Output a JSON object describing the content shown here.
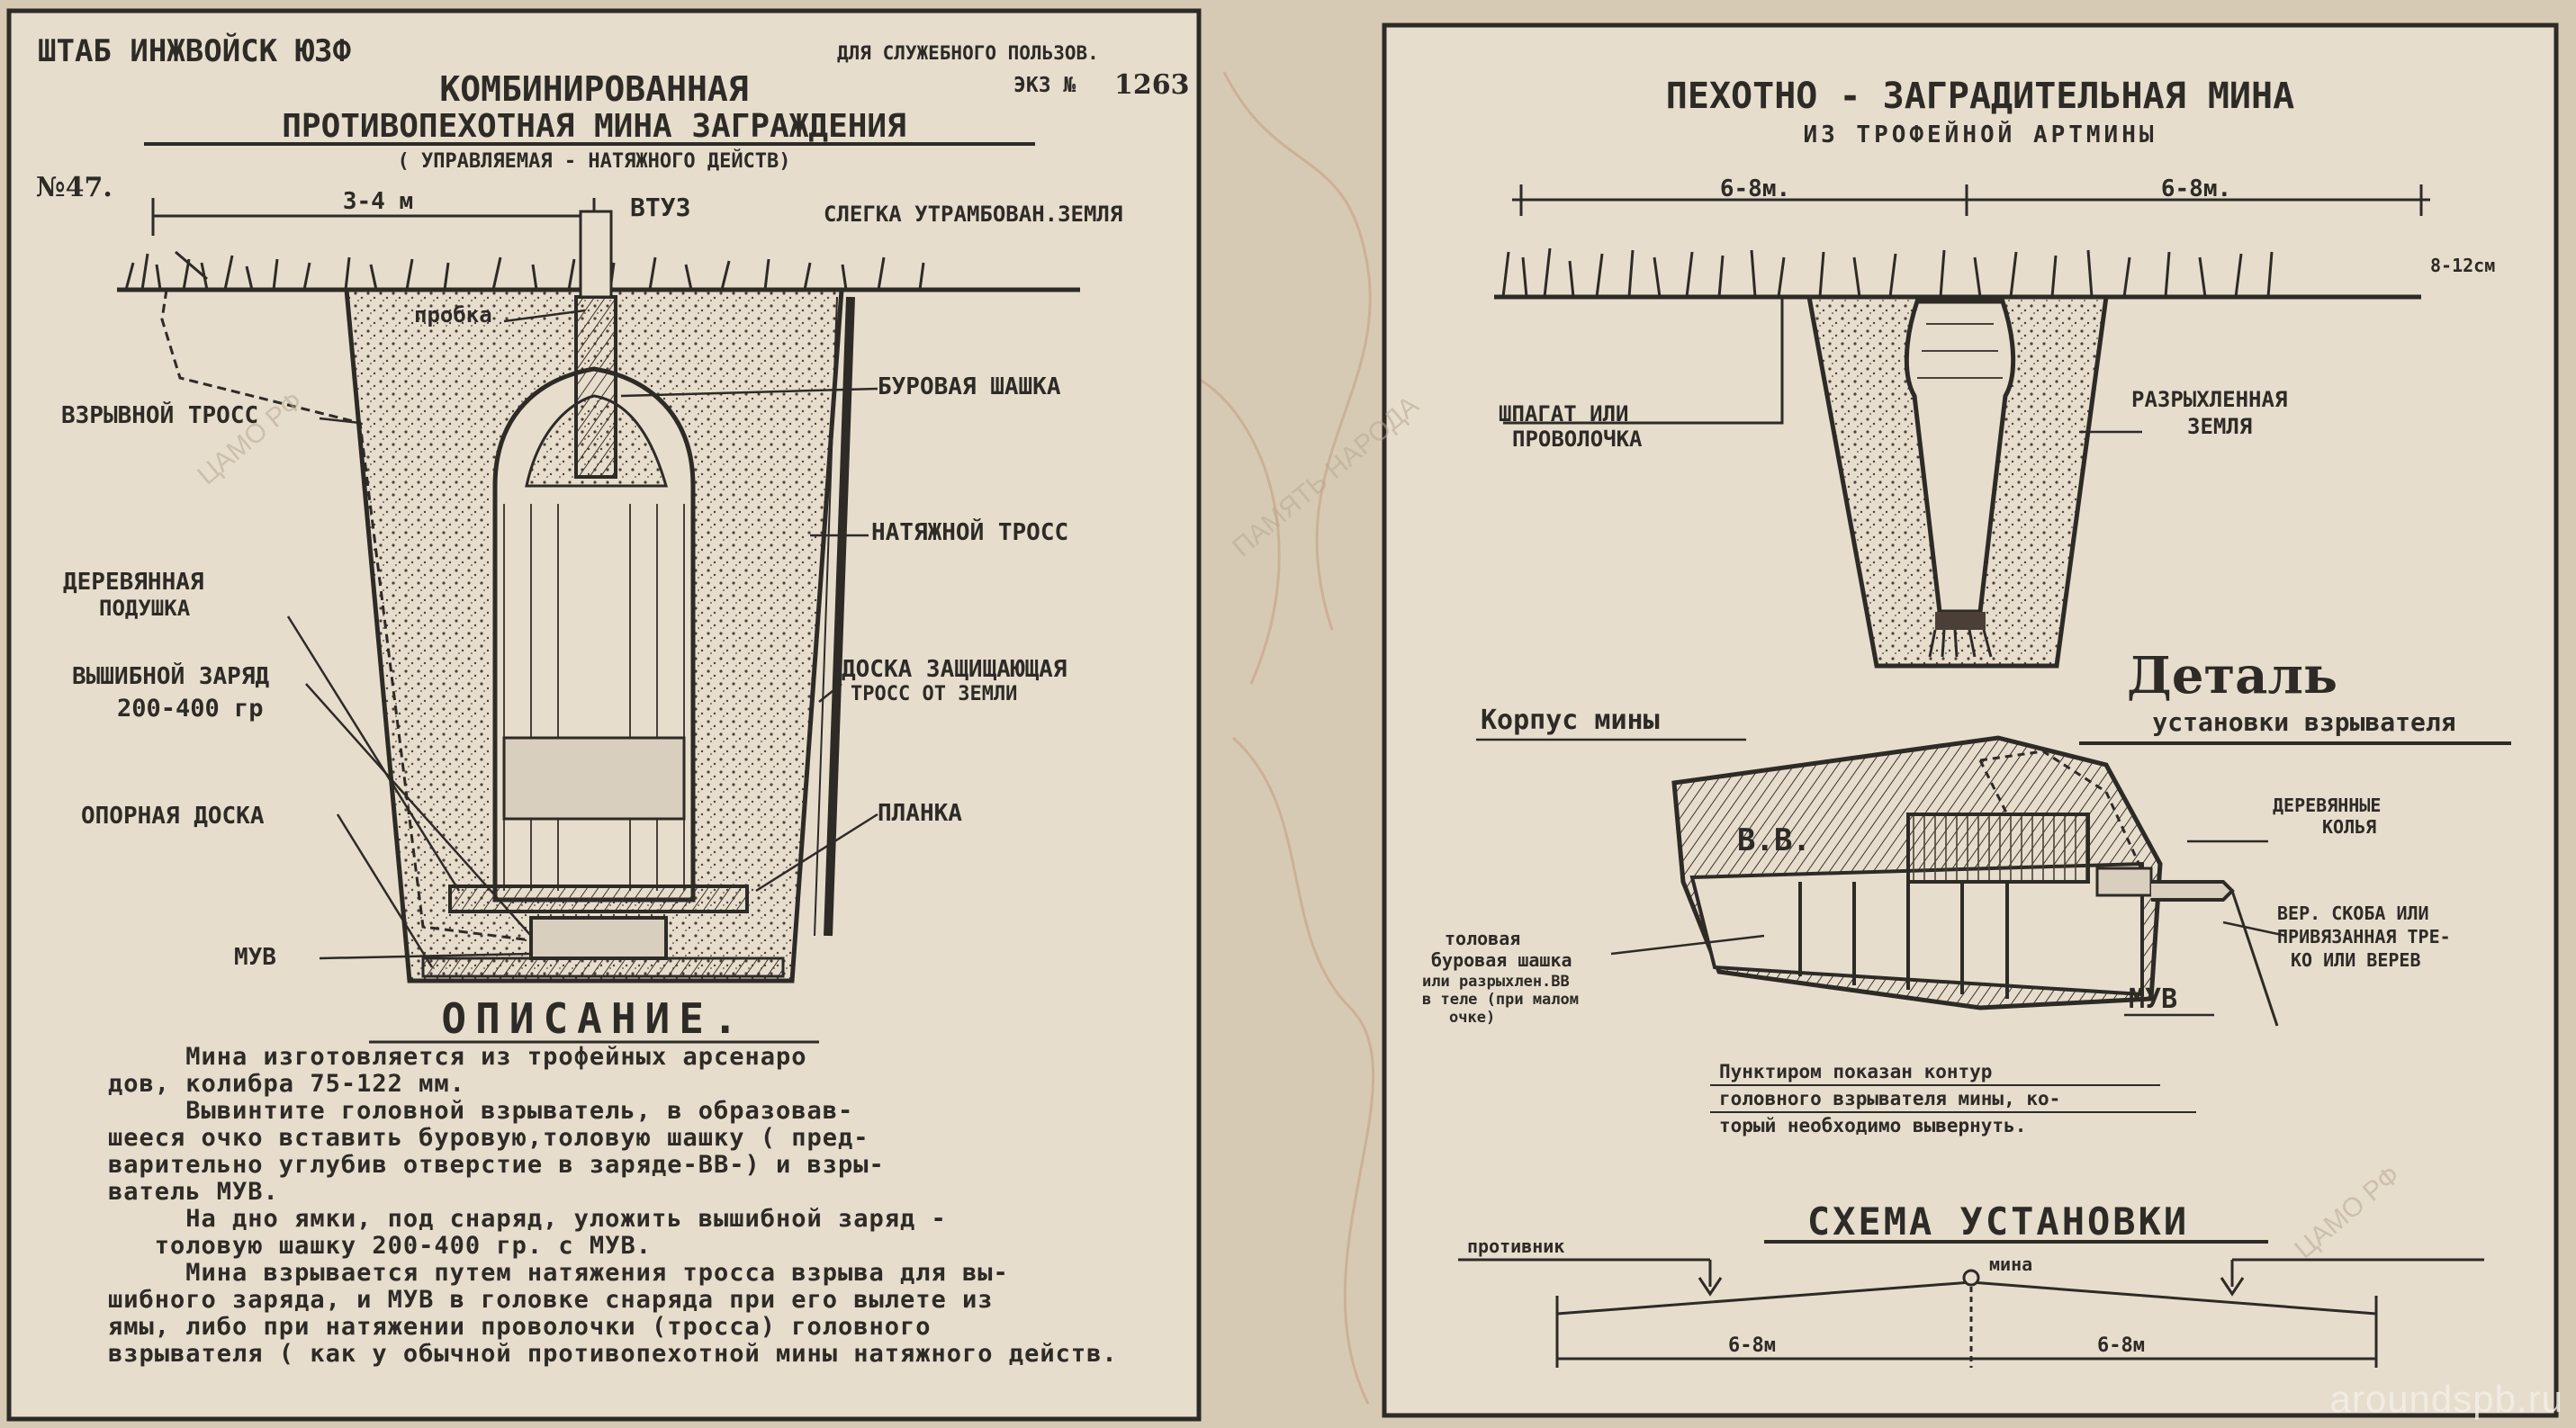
{
  "left_sheet": {
    "header_left": "ШТАБ ИНЖВОЙСК ЮЗФ",
    "header_right": "ДЛЯ СЛУЖЕБНОГО ПОЛЬЗОВ.",
    "copy_label": "ЭКЗ №",
    "copy_number": "1263",
    "sheet_number": "№47.",
    "title_line1": "КОМБИНИРОВАННАЯ",
    "title_line2": "ПРОТИВОПЕХОТНАЯ МИНА ЗАГРАЖДЕНИЯ",
    "subtitle": "( УПРАВЛЯЕМАЯ - НАТЯЖНОГО ДЕЙСТВ)",
    "labels": {
      "dim_3_4": "3-4 м",
      "vtuz": "ВТУЗ",
      "ground": "СЛЕГКА УТРАМБОВАН.ЗЕМЛЯ",
      "probka": "пробка",
      "cable": "ВЗРЫВНОЙ ТРОСС",
      "drill_charge": "БУРОВАЯ ШАШКА",
      "tension_cable": "НАТЯЖНОЙ ТРОСС",
      "wood_cushion_1": "ДЕРЕВЯННАЯ",
      "wood_cushion_2": "ПОДУШКА",
      "expel_charge_1": "ВЫШИБНОЙ ЗАРЯД",
      "expel_charge_2": "200-400 гр",
      "board_protect_1": "ДОСКА ЗАЩИЩАЮЩАЯ",
      "board_protect_2": "ТРОСС ОТ ЗЕМЛИ",
      "support_board": "ОПОРНАЯ ДОСКА",
      "peg": "ПЛАНКА",
      "muv": "МУВ"
    },
    "desc_title": "ОПИСАНИЕ.",
    "description": [
      "     Мина изготовляется из трофейных арсенаро",
      "дов, колибра 75-122 мм.",
      "     Вывинтите головной взрыватель, в образовав-",
      "шееся очко вставить буровую,толовую шашку ( пред-",
      "варительно углубив отверстие в заряде-ВВ-) и взры-",
      "ватель МУВ.",
      "     На дно ямки, под снаряд, уложить вышибной заряд -",
      "   толовую шашку 200-400 гр. с МУВ.",
      "     Мина взрывается путем натяжения тросса взрыва для вы-",
      "шибного заряда, и МУВ в головке снаряда при его вылете из",
      "ямы, либо при натяжении проволочки (тросса) головного",
      "взрывателя ( как у обычной противопехотной мины натяжного действ."
    ]
  },
  "right_sheet": {
    "title": "ПЕХОТНО - ЗАГРАДИТЕЛЬНАЯ МИНА",
    "subtitle": "ИЗ ТРОФЕЙНОЙ АРТМИНЫ",
    "labels": {
      "dim_left": "6-8м.",
      "dim_right": "6-8м.",
      "depth": "8-12см",
      "wire_1": "ШПАГАТ ИЛИ",
      "wire_2": "ПРОВОЛОЧКА",
      "loose_earth_1": "РАЗРЫХЛЕННАЯ",
      "loose_earth_2": "ЗЕМЛЯ",
      "detail_title": "Деталь",
      "detail_subtitle": "установки взрывателя",
      "mine_body": "Корпус мины",
      "vv": "В.В.",
      "pins_1": "ДЕРЕВЯННЫЕ",
      "pins_2": "КОЛЬЯ",
      "cord_1": "ВЕР. СКОБА ИЛИ",
      "cord_2": "ПРИВЯЗАННАЯ ТРЕ-",
      "cord_3": "КО ИЛИ ВЕРЕВ",
      "tol_1": "толовая",
      "tol_2": "буровая шашка",
      "tol_3": "или разрыхлен.ВВ",
      "tol_4": "в теле (при малом",
      "tol_5": "очке)",
      "muv": "МУВ",
      "note_1": "Пунктиром показан контур",
      "note_2": "головного взрывателя мины, ко-",
      "note_3": "торый необходимо вывернуть.",
      "scheme_title": "СХЕМА УСТАНОВКИ",
      "enemy": "противник",
      "mine": "мина",
      "dist_left": "6-8м",
      "dist_right": "6-8м"
    }
  },
  "watermarks": {
    "site": "aroundspb.ru",
    "stamp": "ЦАМО РФ",
    "stamp2": "ПАМЯТЬ НАРОДА"
  }
}
